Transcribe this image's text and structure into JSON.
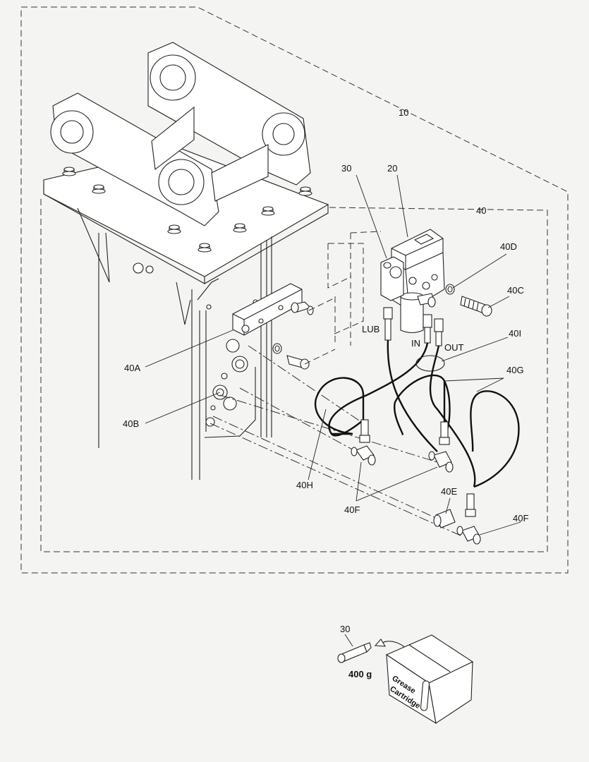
{
  "labels": {
    "l10": "10",
    "l20": "20",
    "l30": "30",
    "l40": "40",
    "l40a": "40A",
    "l40b": "40B",
    "l40c": "40C",
    "l40d": "40D",
    "l40e": "40E",
    "l40f_right": "40F",
    "l40f_left": "40F",
    "l40g": "40G",
    "l40h": "40H",
    "l40i": "40I",
    "lub": "LUB",
    "in": "IN",
    "out": "OUT",
    "l30_bottom": "30",
    "weight": "400 g"
  },
  "box": {
    "line1": "Grease",
    "line2": "Cartridge"
  }
}
